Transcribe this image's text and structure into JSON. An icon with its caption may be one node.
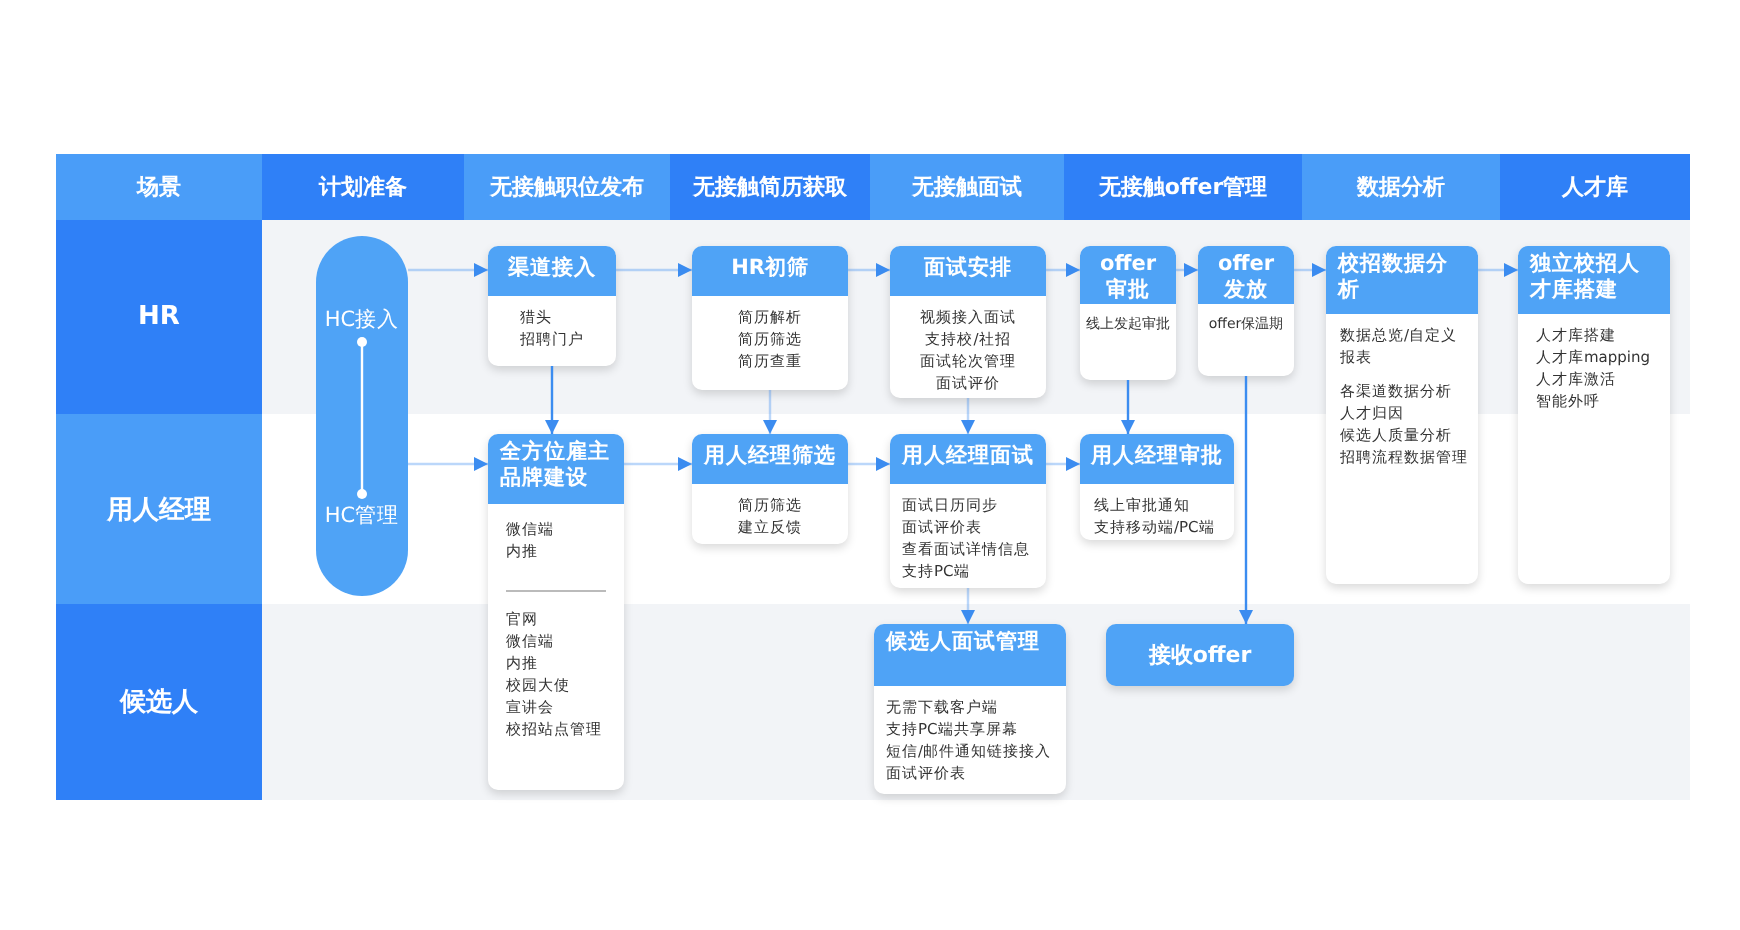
{
  "diagram": {
    "nodes": [
      {
        "text": [],
        "shape": "box"
      },
      {
        "text": [
          "HC接入"
        ],
        "in": 0
      },
      {
        "text": [
          "HC管理"
        ],
        "in": 0
      },
      {
        "text": [
          "渠道接入",
          "猎头",
          "招聘门户"
        ]
      },
      {
        "text": [
          "HR初筛",
          "简历解析",
          "简历筛选",
          "简历查重"
        ]
      },
      {
        "text": [
          "面试安排",
          "视频接入面试",
          "支持校/社招",
          "面试轮次管理",
          "面试评价"
        ]
      },
      {
        "text": [
          "offer审批",
          "线上发起审批"
        ]
      },
      {
        "text": [
          "offer发放",
          "offer保温期"
        ]
      },
      {
        "text": [
          "校招数据分析",
          "数据总览/自定义报表",
          "各渠道数据分析",
          "人才归因",
          "候选人质量分析",
          "招聘流程数据管理"
        ]
      },
      {
        "text": [
          "独立校招人才库搭建",
          "人才库搭建",
          "人才库mapping",
          "人才库激活",
          "智能外呼"
        ]
      },
      {
        "text": [
          "全方位雇主品牌建设",
          "微信端",
          "内推",
          "官网",
          "微信端",
          "内推",
          "校园大使",
          "宣讲会",
          "校招站点管理"
        ]
      },
      {
        "text": [
          "用人经理筛选",
          "简历筛选",
          "建立反馈"
        ]
      },
      {
        "text": [
          "用人经理面试",
          "面试日历同步",
          "面试评价表",
          "查看面试详情信息",
          "支持PC端"
        ]
      },
      {
        "text": [
          "用人经理审批",
          "线上审批通知",
          "支持移动端/PC端"
        ]
      },
      {
        "text": [
          "候选人面试管理",
          "无需下载客户端",
          "支持PC端共享屏幕",
          "短信/邮件通知链接接入",
          "面试评价表"
        ]
      },
      {
        "text": [
          "接收offer"
        ]
      }
    ],
    "edges": [
      {
        "from": 1,
        "to": 2,
        "arrow": "other",
        "color": "#ffffff"
      },
      {
        "from": 0,
        "to": 3,
        "arrow": "to"
      },
      {
        "from": 3,
        "to": 4,
        "arrow": "to"
      },
      {
        "from": 4,
        "to": 5,
        "arrow": "to"
      },
      {
        "from": 5,
        "to": 6,
        "arrow": "to"
      },
      {
        "from": 6,
        "to": 7,
        "arrow": "to"
      },
      {
        "from": 7,
        "to": 8,
        "arrow": "to"
      },
      {
        "from": 8,
        "to": 9,
        "arrow": "to"
      },
      {
        "from": 0,
        "to": 10,
        "arrow": "to"
      },
      {
        "from": 10,
        "to": 11,
        "arrow": "to"
      },
      {
        "from": 11,
        "to": 12,
        "arrow": "to"
      },
      {
        "from": 12,
        "to": 13,
        "arrow": "to"
      },
      {
        "from": 3,
        "to": 10,
        "arrow": "to"
      },
      {
        "from": 4,
        "to": 11,
        "arrow": "to"
      },
      {
        "from": 5,
        "to": 12,
        "arrow": "to"
      },
      {
        "from": 6,
        "to": 13,
        "arrow": "to"
      },
      {
        "from": 12,
        "to": 14,
        "arrow": "to"
      },
      {
        "from": 7,
        "to": 15,
        "arrow": "to"
      }
    ],
    "labels": [
      "场景",
      "计划准备",
      "无接触职位发布",
      "无接触简历获取",
      "无接触面试",
      "无接触offer管理",
      "数据分析",
      "人才库",
      "HR",
      "用人经理",
      "候选人"
    ]
  }
}
